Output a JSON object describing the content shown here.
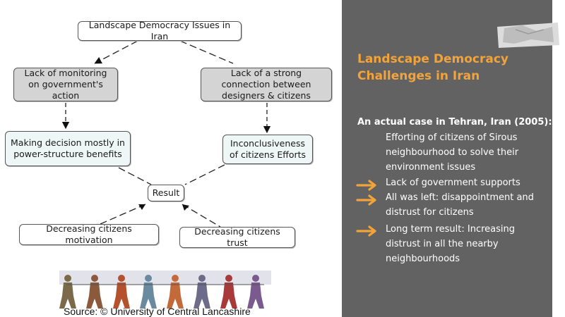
{
  "diagram": {
    "nodes": {
      "root": "Landscape Democracy Issues in Iran",
      "left_issue": "Lack of monitoring on government's action",
      "right_issue": "Lack of a strong connection between designers & citizens",
      "left_effect": "Making decision mostly in power-structure benefits",
      "right_effect": "Inconclusiveness of citizens Efforts",
      "result": "Result",
      "outcome_left": "Decreasing citizens motivation",
      "outcome_right": "Decreasing citizens trust"
    },
    "source": "Source: © University of Central Lancashire"
  },
  "side_panel": {
    "title": "Landscape Democracy Challenges in Iran",
    "case_heading": "An actual case in Tehran, Iran (2005):",
    "points": [
      "Efforting of citizens of Sirous neighbourhood to solve their environment issues",
      "Lack of government supports",
      "All was left: disappointment and distrust for citizens",
      "Long term result: Increasing distrust in all the nearby neighbourhoods"
    ],
    "colors": {
      "panel": "#636263",
      "accent": "#f2a43a",
      "text": "#ffffff"
    }
  }
}
